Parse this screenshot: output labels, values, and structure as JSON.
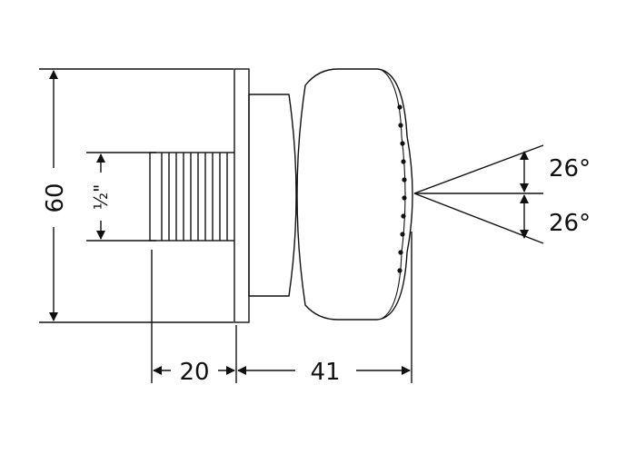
{
  "dimensions": {
    "height": "60",
    "thread": "½\"",
    "thread_length": "20",
    "body_depth": "41",
    "angle_upper": "26°",
    "angle_lower": "26°"
  }
}
